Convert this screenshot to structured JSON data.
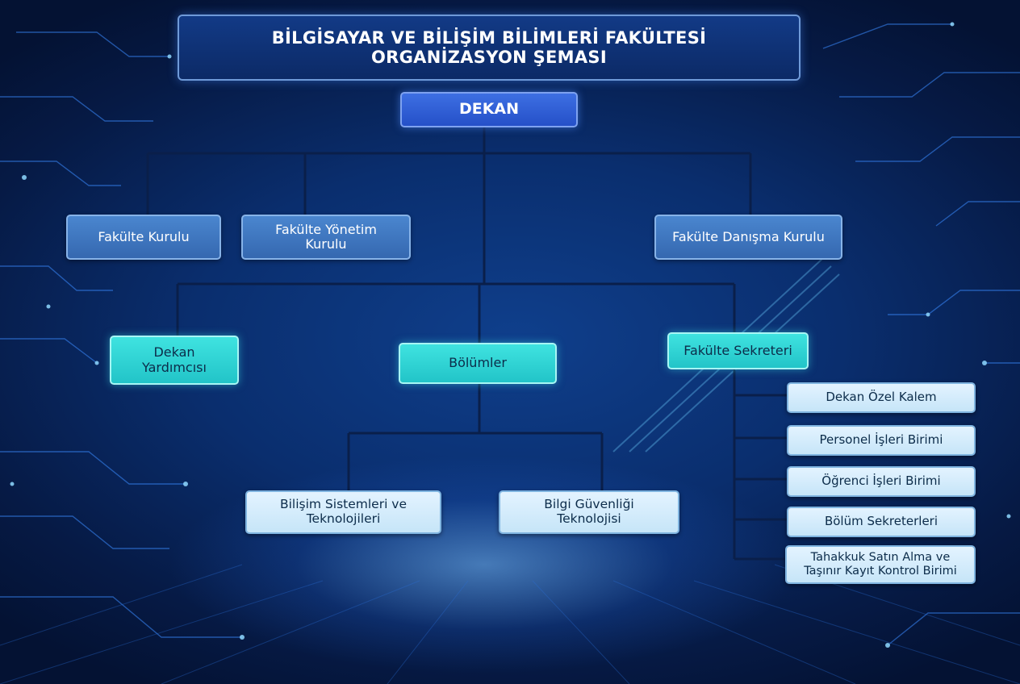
{
  "title": "BİLGİSAYAR VE BİLİŞİM BİLİMLERİ FAKÜLTESİ\nORGANİZASYON ŞEMASI",
  "dean": "DEKAN",
  "councils": {
    "faculty_board": "Fakülte Kurulu",
    "faculty_executive_board": "Fakülte Yönetim\nKurulu",
    "faculty_advisory_board": "Fakülte Danışma Kurulu"
  },
  "mid_level": {
    "vice_dean": "Dekan\nYardımcısı",
    "departments": "Bölümler",
    "faculty_secretary": "Fakülte Sekreteri"
  },
  "departments_list": {
    "information_systems": "Bilişim Sistemleri ve\nTeknolojileri",
    "information_security": "Bilgi Güvenliği\nTeknolojisi"
  },
  "secretariat_units": {
    "dean_private_office": "Dekan Özel Kalem",
    "personnel_affairs": "Personel İşleri Birimi",
    "student_affairs": "Öğrenci İşleri Birimi",
    "department_secretaries": "Bölüm Sekreterleri",
    "accrual_purchasing": "Tahakkuk Satın Alma ve\nTaşınır Kayıt Kontrol Birimi"
  },
  "colors": {
    "background": "#0a2e6e",
    "dean_box": "#2f5fd6",
    "council_box": "#3f78c0",
    "teal_box": "#2fd6d6",
    "light_box": "#d4ecfb",
    "connector": "#0a1f4a"
  }
}
